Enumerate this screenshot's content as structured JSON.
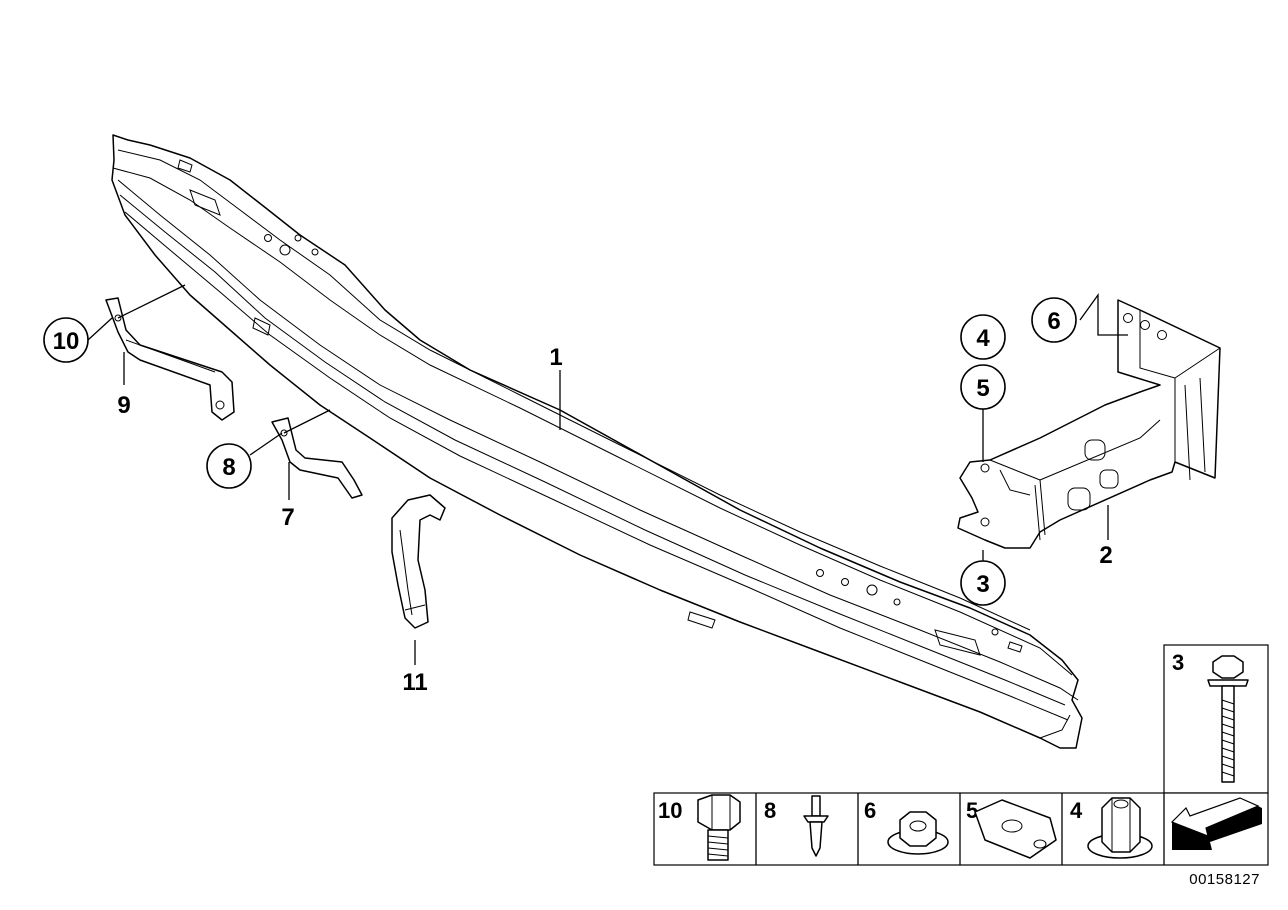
{
  "callouts": {
    "c10": "10",
    "c8": "8",
    "c4": "4",
    "c5": "5",
    "c6": "6",
    "c3": "3"
  },
  "labels": {
    "p1": "1",
    "p2": "2",
    "p7": "7",
    "p9": "9",
    "p11": "11"
  },
  "parts_table": {
    "cells": [
      "10",
      "8",
      "6",
      "5",
      "4"
    ],
    "top_cell": "3"
  },
  "reference_number": "00158127"
}
